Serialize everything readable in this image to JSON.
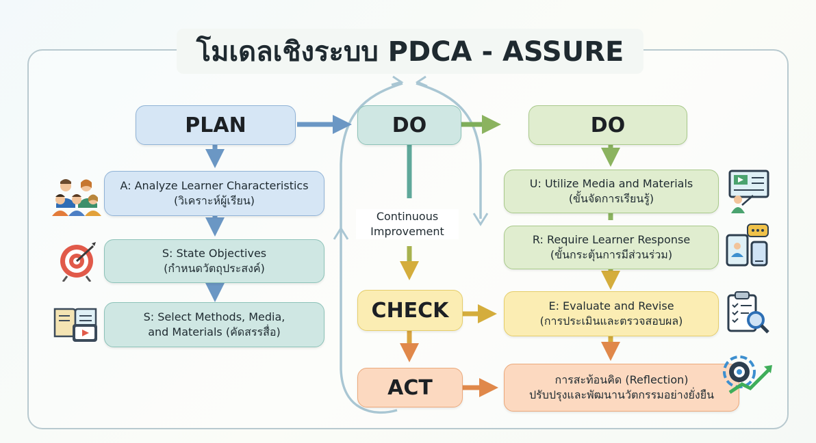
{
  "title": "โมเดลเชิงระบบ PDCA - ASSURE",
  "plan": {
    "label": "PLAN"
  },
  "do_center": {
    "label": "DO"
  },
  "do_right": {
    "label": "DO"
  },
  "check": {
    "label": "CHECK"
  },
  "act": {
    "label": "ACT"
  },
  "cycle_label": {
    "line1": "Continuous",
    "line2": "Improvement"
  },
  "left_steps": [
    {
      "line1": "A: Analyze Learner Characteristics",
      "line2": "(วิเคราะห์ผู้เรียน)",
      "icon": "learners-group-icon"
    },
    {
      "line1": "S: State Objectives",
      "line2": "(กำหนดวัตถุประสงค์)",
      "icon": "target-icon"
    },
    {
      "line1": "S: Select Methods, Media,",
      "line2": "and Materials (คัดสรรสื่อ)",
      "icon": "media-materials-icon"
    }
  ],
  "right_steps": [
    {
      "line1": "U: Utilize Media and Materials",
      "line2": "(ขั้นจัดการเรียนรู้)",
      "icon": "presentation-icon"
    },
    {
      "line1": "R: Require Learner Response",
      "line2": "(ขั้นกระตุ้นการมีส่วนร่วม)",
      "icon": "devices-chat-icon"
    },
    {
      "line1": "E: Evaluate and Revise",
      "line2": "(การประเมินและตรวจสอบผล)",
      "icon": "clipboard-search-icon"
    },
    {
      "line1": "การสะท้อนคิด (Reflection)",
      "line2": "ปรับปรุงและพัฒนานวัตกรรมอย่างยั่งยืน",
      "icon": "gear-growth-icon"
    }
  ],
  "colors": {
    "blue": "#6b97c4",
    "teal": "#5fa89a",
    "green": "#7fae5b",
    "yellow": "#d9b23e",
    "orange": "#e08a4a",
    "cycle": "#a9c6d3"
  }
}
